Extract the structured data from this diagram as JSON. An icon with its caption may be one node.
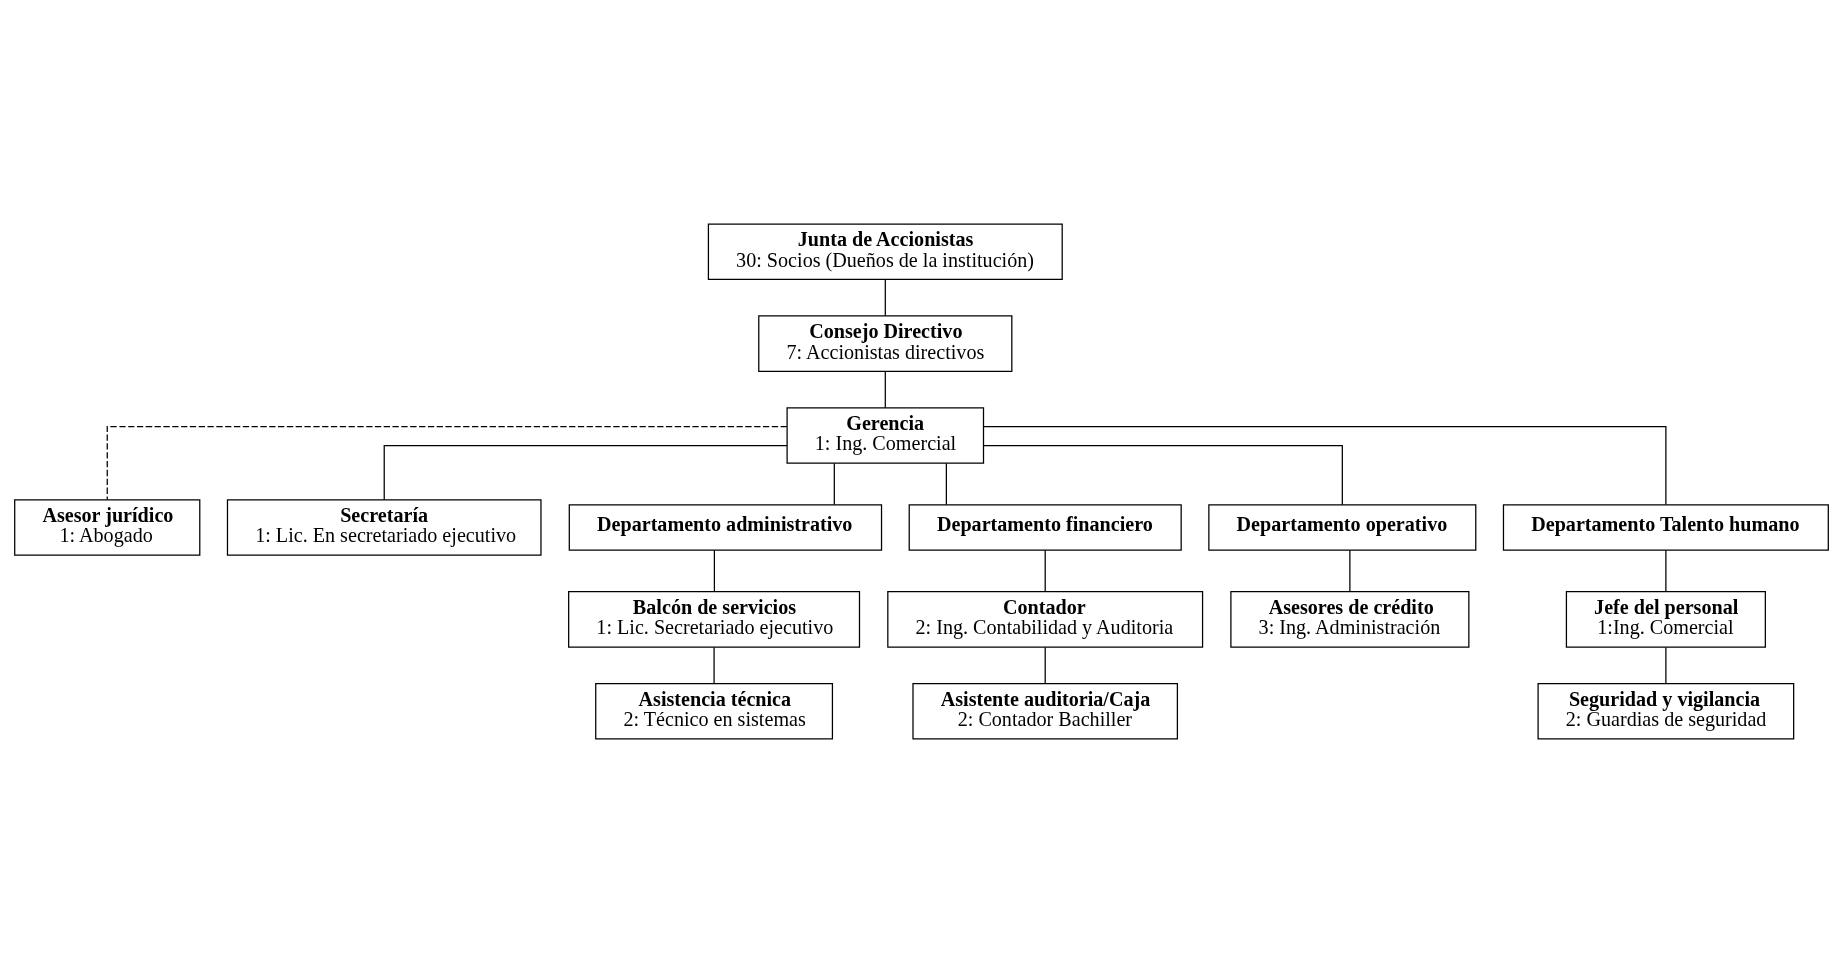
{
  "diagram": {
    "nodes": [
      {
        "text": [
          "Junta de Accionistas",
          "30: Socios (Dueños de la institución)"
        ]
      },
      {
        "text": [
          "Consejo Directivo",
          "7: Accionistas directivos"
        ]
      },
      {
        "text": [
          "Gerencia",
          "1: Ing. Comercial"
        ]
      },
      {
        "text": [
          "Asesor jurídico",
          "1: Abogado"
        ]
      },
      {
        "text": [
          "Secretaría",
          "1: Lic. En secretariado ejecutivo"
        ]
      },
      {
        "text": [
          "Departamento administrativo"
        ]
      },
      {
        "text": [
          "Departamento financiero"
        ]
      },
      {
        "text": [
          "Departamento operativo"
        ]
      },
      {
        "text": [
          "Departamento Talento humano"
        ]
      },
      {
        "text": [
          "Balcón de servicios",
          "1: Lic. Secretariado ejecutivo"
        ]
      },
      {
        "text": [
          "Contador",
          "2: Ing. Contabilidad y Auditoria"
        ]
      },
      {
        "text": [
          "Asesores de crédito",
          "3: Ing. Administración"
        ]
      },
      {
        "text": [
          "Jefe del personal",
          "1:Ing. Comercial"
        ]
      },
      {
        "text": [
          "Asistencia técnica",
          "2: Técnico en sistemas"
        ]
      },
      {
        "text": [
          "Asistente auditoria/Caja",
          "2: Contador Bachiller"
        ]
      },
      {
        "text": [
          "Seguridad y vigilancia",
          "2: Guardias de seguridad"
        ]
      }
    ],
    "edges": [
      {
        "from": 0,
        "to": 1,
        "arrow": "none"
      },
      {
        "from": 1,
        "to": 2,
        "arrow": "none"
      },
      {
        "from": 2,
        "to": 3,
        "arrow": "none",
        "style": "dashed"
      },
      {
        "from": 2,
        "to": 4,
        "arrow": "none"
      },
      {
        "from": 2,
        "to": 5,
        "arrow": "none"
      },
      {
        "from": 2,
        "to": 6,
        "arrow": "none"
      },
      {
        "from": 2,
        "to": 7,
        "arrow": "none"
      },
      {
        "from": 2,
        "to": 8,
        "arrow": "none"
      },
      {
        "from": 5,
        "to": 9,
        "arrow": "none"
      },
      {
        "from": 6,
        "to": 10,
        "arrow": "none"
      },
      {
        "from": 7,
        "to": 11,
        "arrow": "none"
      },
      {
        "from": 8,
        "to": 12,
        "arrow": "none"
      },
      {
        "from": 9,
        "to": 13,
        "arrow": "none"
      },
      {
        "from": 10,
        "to": 14,
        "arrow": "none"
      },
      {
        "from": 12,
        "to": 15,
        "arrow": "none"
      }
    ]
  }
}
